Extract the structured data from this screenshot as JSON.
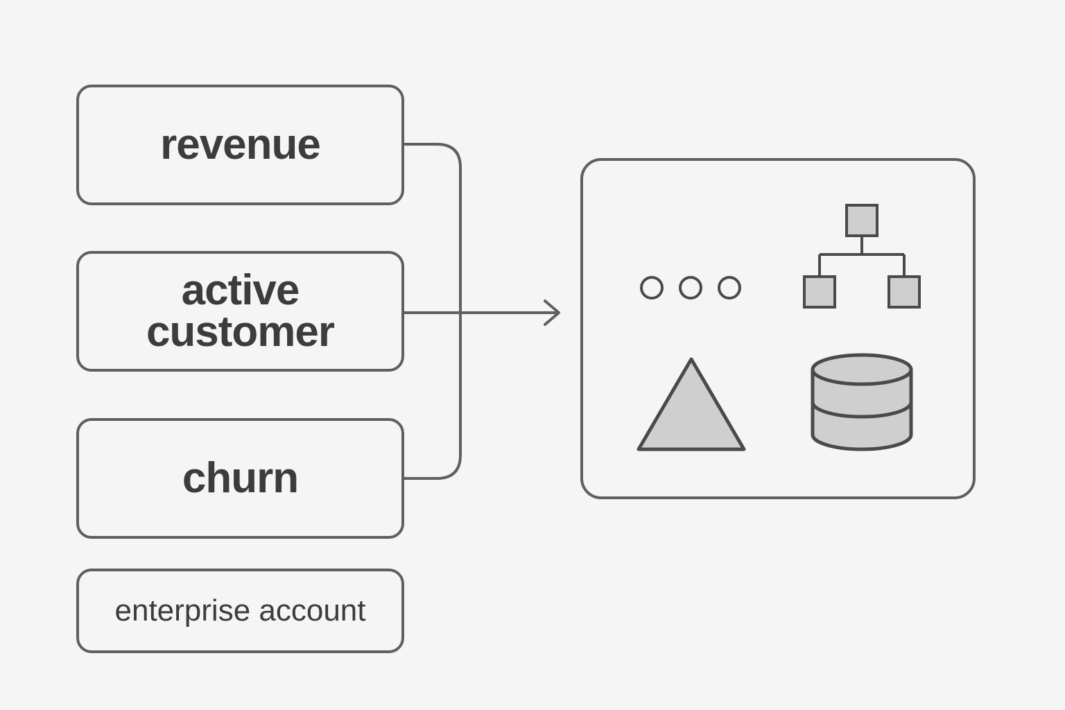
{
  "diagram": {
    "terms": [
      {
        "id": "revenue",
        "label": "revenue"
      },
      {
        "id": "active-customer",
        "label_line1": "active",
        "label_line2": "customer"
      },
      {
        "id": "churn",
        "label": "churn"
      },
      {
        "id": "enterprise-account",
        "label": "enterprise account"
      }
    ],
    "target_panel": {
      "icons": [
        "three-dots-icon",
        "hierarchy-icon",
        "triangle-icon",
        "database-icon"
      ]
    },
    "colors": {
      "background": "#f5f5f5",
      "stroke": "#5f5f5f",
      "icon_fill": "#cfcfcf",
      "text": "#3c3c3c"
    }
  }
}
